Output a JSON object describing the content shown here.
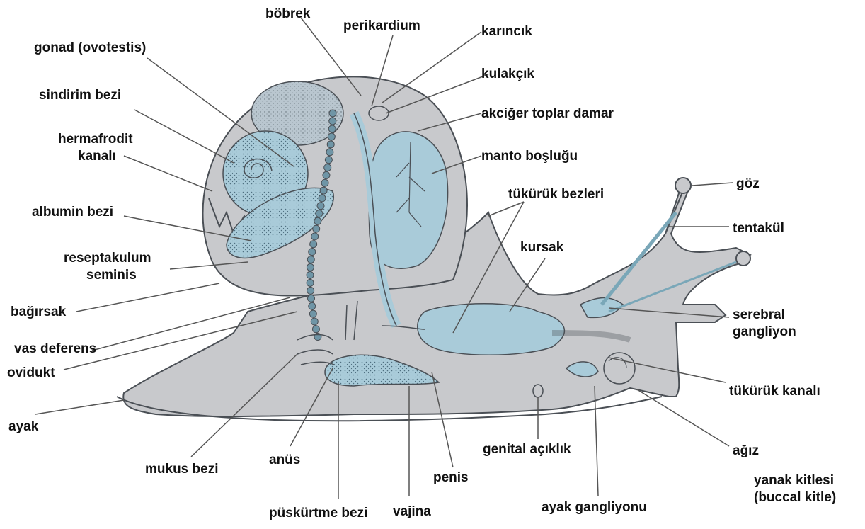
{
  "labels": {
    "gonad": "gonad (ovotestis)",
    "sindirim_bezi": "sindirim bezi",
    "hermafrodit_1": "hermafrodit",
    "hermafrodit_2": "kanalı",
    "albumin_bezi": "albumin bezi",
    "reseptakulum_1": "reseptakulum",
    "reseptakulum_2": "seminis",
    "bagirsak": "bağırsak",
    "vas_deferens": "vas deferens",
    "ovidukt": "ovidukt",
    "ayak": "ayak",
    "mukus_bezi": "mukus bezi",
    "anus": "anüs",
    "puskurtme_bezi": "püskürtme bezi",
    "vajina": "vajina",
    "penis": "penis",
    "genital_aciklik": "genital açıklık",
    "ayak_gangliyonu": "ayak gangliyonu",
    "yanak_kitlesi_1": "yanak kitlesi",
    "yanak_kitlesi_2": "(buccal kitle)",
    "agiz": "ağız",
    "tukuruk_kanali": "tükürük kanalı",
    "serebral_1": "serebral",
    "serebral_2": "gangliyon",
    "tentakul": "tentakül",
    "goz": "göz",
    "kursak": "kursak",
    "tukuruk_bezleri": "tükürük bezleri",
    "manto_boslugu": "manto boşluğu",
    "akciger": "akciğer toplar damar",
    "kulakcik": "kulakçık",
    "karincik": "karıncık",
    "perikardium": "perikardium",
    "bobrek": "böbrek"
  },
  "colors": {
    "body": "#c8c9cc",
    "organ_blue": "#a9cbd9",
    "organ_dark": "#6f95a6",
    "outline": "#4a4f55",
    "line": "#555555",
    "text": "#111111"
  }
}
